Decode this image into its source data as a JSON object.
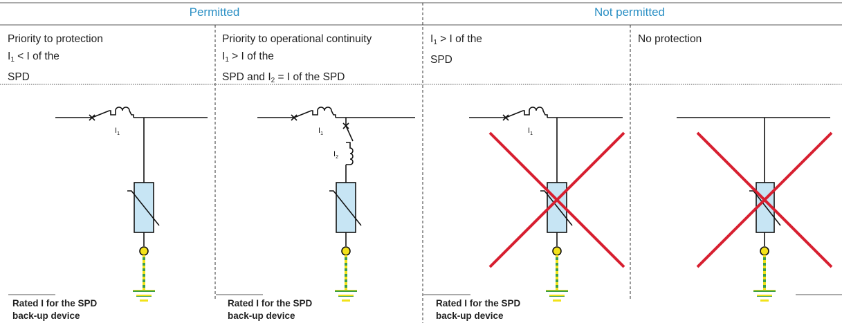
{
  "headers": {
    "permitted": "Permitted",
    "not_permitted": "Not permitted"
  },
  "columns": [
    {
      "id": "priority-protection",
      "line1": "Priority to protection",
      "line2_pre": "I",
      "line2_sub": "1",
      "line2_post": " < I of the",
      "line3": "SPD"
    },
    {
      "id": "priority-continuity",
      "line1": "Priority to operational continuity",
      "line2_pre": "I",
      "line2_sub": "1",
      "line2_post": " > I of the",
      "line3_pre": "SPD and I",
      "line3_sub": "2",
      "line3_post": " = I of the SPD"
    },
    {
      "id": "not-permitted-1",
      "line1_pre": "I",
      "line1_sub": "1",
      "line1_post": " > I of the",
      "line2": "SPD"
    },
    {
      "id": "no-protection",
      "line1": "No protection"
    }
  ],
  "diagram_labels": {
    "i1": "I",
    "i1_sub": "1",
    "i2": "I",
    "i2_sub": "2"
  },
  "footer": {
    "line1": "Rated I for the SPD",
    "line2": "back-up device"
  },
  "colors": {
    "header_blue": "#2a8fc4",
    "spd_fill": "#c7e5f4",
    "cross_red": "#d71f30",
    "ground_yellow": "#f2e21a",
    "ground_green": "#3b9e4a",
    "node_yellow": "#f4e21b"
  }
}
